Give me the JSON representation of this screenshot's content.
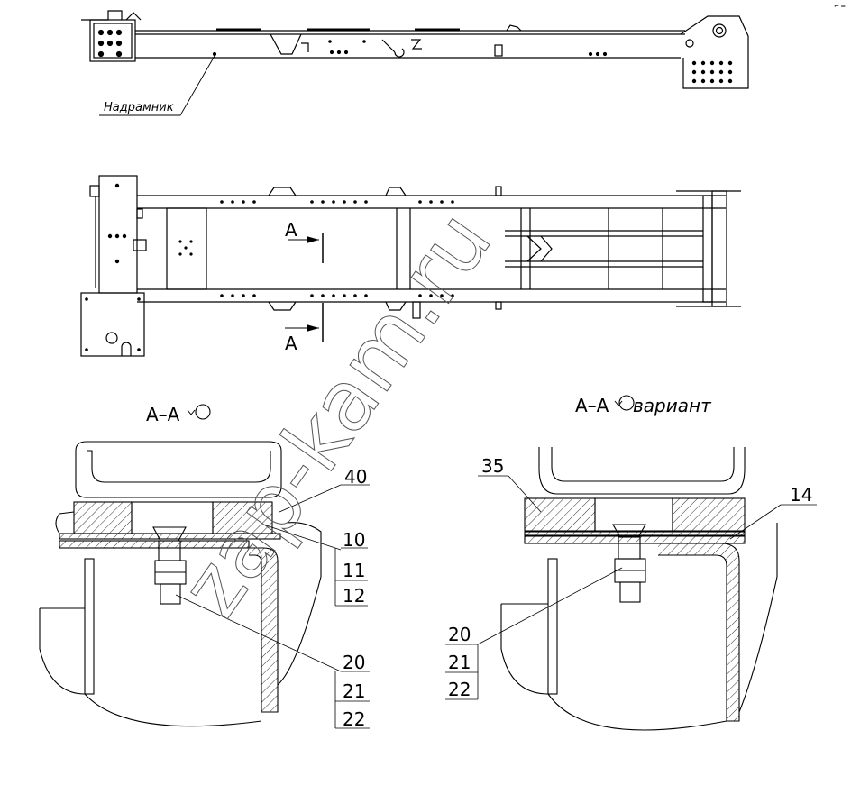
{
  "labels": {
    "frame": "Надрамник",
    "section_arrow_top": "А",
    "section_arrow_bottom": "А",
    "section_title_left": "А–А",
    "section_title_right": "А–А",
    "section_title_right_suffix": "вариант",
    "corner_mark": "⌐ ═"
  },
  "callouts_left": [
    "40",
    "10",
    "11",
    "12",
    "20",
    "21",
    "22"
  ],
  "callouts_right": [
    "35",
    "14",
    "20",
    "21",
    "22"
  ],
  "watermark": "zap-kam.ru",
  "colors": {
    "ink": "#000000",
    "watermark": "#555555",
    "background": "#ffffff"
  }
}
